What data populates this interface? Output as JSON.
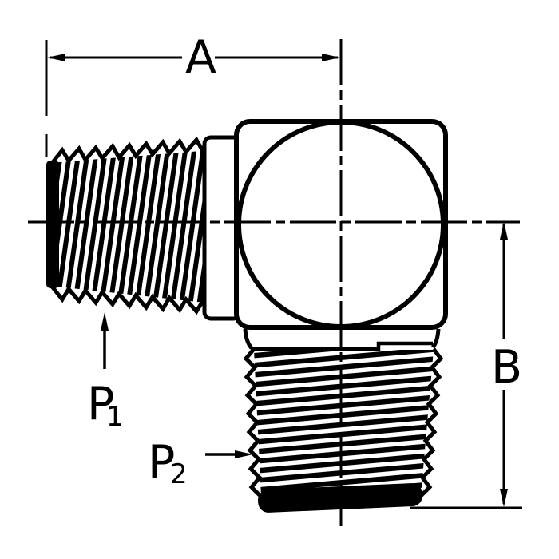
{
  "diagram": {
    "type": "technical-drawing",
    "subject": "90-degree male elbow fitting, side view",
    "background_color": "#ffffff",
    "line_color": "#000000",
    "labels": {
      "dim_a": "A",
      "dim_b": "B",
      "port1_base": "P",
      "port1_sub": "1",
      "port2_base": "P",
      "port2_sub": "2"
    }
  }
}
